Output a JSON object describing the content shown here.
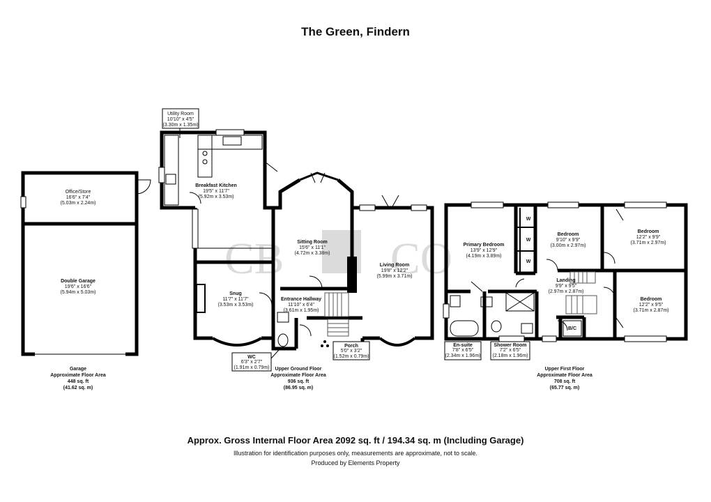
{
  "title": "The Green, Findern",
  "watermark": {
    "left": "CB",
    "right": "CO"
  },
  "footer": {
    "gross_area": "Approx. Gross Internal Floor Area 2092 sq. ft / 194.34 sq. m (Including Garage)",
    "disclaimer": "Illustration for identification purposes only, measurements are approximate, not to scale.",
    "producer": "Produced by Elements Property"
  },
  "colors": {
    "wall": "#000000",
    "watermark": "#bfbfbf",
    "stairs": "#555555"
  },
  "rooms": {
    "utility": {
      "name": "Utility Room",
      "imperial": "10'10\" x 4'5\"",
      "metric": "(3.30m x 1.35m)"
    },
    "breakfast": {
      "name": "Breakfast Kitchen",
      "imperial": "19'5\" x 11'7\"",
      "metric": "(5.92m x 3.53m)"
    },
    "office": {
      "name": "Office/Store",
      "imperial": "16'6\" x 7'4\"",
      "metric": "(5.03m x 2.24m)"
    },
    "garage": {
      "name": "Double Garage",
      "imperial": "19'6\" x 16'6\"",
      "metric": "(5.94m x 5.03m)"
    },
    "sitting": {
      "name": "Sitting Room",
      "imperial": "15'6\" x 11'1\"",
      "metric": "(4.72m x 3.38m)"
    },
    "living": {
      "name": "Living Room",
      "imperial": "19'8\" x 12'2\"",
      "metric": "(5.99m x 3.71m)"
    },
    "snug": {
      "name": "Snug",
      "imperial": "11'7\" x 11'7\"",
      "metric": "(3.53m x 3.53m)"
    },
    "hallway": {
      "name": "Entrance Hallway",
      "imperial": "11'10\" x 6'4\"",
      "metric": "(3.61m x 1.95m)"
    },
    "wc": {
      "name": "WC",
      "imperial": "6'3\" x 2'7\"",
      "metric": "(1.91m x 0.79m)"
    },
    "porch": {
      "name": "Porch",
      "imperial": "5'0\" x 3'2\"",
      "metric": "(1.52m x 0.79m)"
    },
    "primary": {
      "name": "Primary Bedroom",
      "imperial": "13'9\" x 12'9\"",
      "metric": "(4.19m x 3.89m)"
    },
    "bed2": {
      "name": "Bedroom",
      "imperial": "9'10\" x 9'9\"",
      "metric": "(3.00m x 2.97m)"
    },
    "bed3": {
      "name": "Bedroom",
      "imperial": "12'2\" x 9'9\"",
      "metric": "(3.71m x 2.97m)"
    },
    "bed4": {
      "name": "Bedroom",
      "imperial": "12'2\" x 9'5\"",
      "metric": "(3.71m x 2.87m)"
    },
    "landing": {
      "name": "Landing",
      "imperial": "9'9\" x 9'5\"",
      "metric": "(2.97m x 2.87m)"
    },
    "ensuite": {
      "name": "En-suite",
      "imperial": "7'8\" x 6'5\"",
      "metric": "(2.34m x 1.96m)"
    },
    "shower": {
      "name": "Shower Room",
      "imperial": "7'2\" x 6'5\"",
      "metric": "(2.18m x 1.96m)"
    }
  },
  "marks": {
    "wardrobe": "W",
    "bc": "B/C"
  },
  "floors": {
    "garage": {
      "name": "Garage",
      "sub": "Approximate Floor Area",
      "sqft": "448 sq. ft",
      "sqm": "(41.62 sq. m)"
    },
    "ground": {
      "name": "Upper Ground Floor",
      "sub": "Approximate Floor Area",
      "sqft": "936 sq. ft",
      "sqm": "(86.95 sq. m)"
    },
    "first": {
      "name": "Upper First Floor",
      "sub": "Approximate Floor Area",
      "sqft": "708 sq. ft",
      "sqm": "(65.77 sq. m)"
    }
  }
}
